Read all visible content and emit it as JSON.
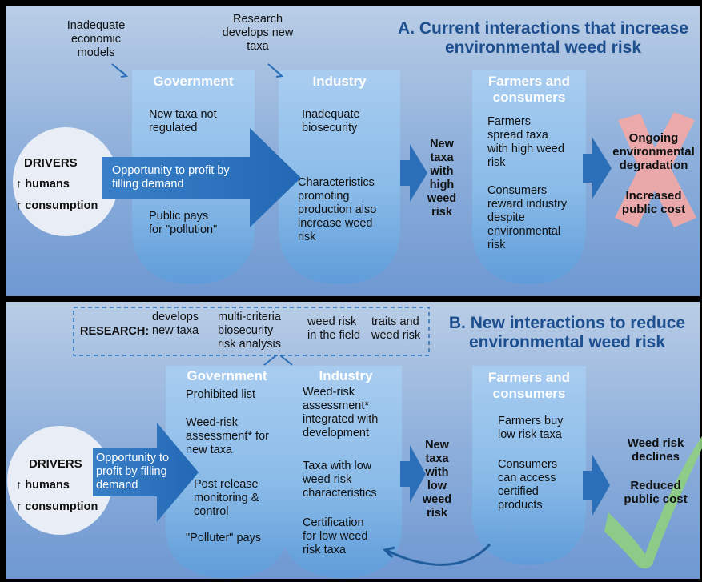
{
  "panel_a": {
    "title": "A. Current interactions that increase\nenvironmental weed risk",
    "note_left": "Inadequate\neconomic\nmodels",
    "note_right": "Research\ndevelops new\ntaxa",
    "drivers": {
      "label": "DRIVERS",
      "line1": "↑ humans",
      "line2": "↑ consumption"
    },
    "opportunity": "Opportunity to profit by\nfilling demand",
    "government": {
      "header": "Government",
      "item1": "New taxa not\nregulated",
      "item2": "Public pays\nfor \"pollution\""
    },
    "industry": {
      "header": "Industry",
      "item1": "Inadequate\nbiosecurity",
      "item2": "Characteristics\npromoting\nproduction also\nincrease weed\nrisk"
    },
    "new_taxa": "New\ntaxa\nwith\nhigh\nweed\nrisk",
    "farmers": {
      "header": "Farmers and\nconsumers",
      "item1": "Farmers\nspread taxa\nwith high weed\nrisk",
      "item2": "Consumers\nreward industry\ndespite\nenvironmental\nrisk"
    },
    "outcome1": "Ongoing\nenvironmental\ndegradation",
    "outcome2": "Increased\npublic cost",
    "colors": {
      "outcome_mark": "#f4a7a4"
    }
  },
  "panel_b": {
    "title": "B. New interactions to reduce\nenvironmental weed risk",
    "research": {
      "label": "RESEARCH:",
      "item1": "develops\nnew taxa",
      "item2": "multi-criteria\nbiosecurity\nrisk analysis",
      "item3": "weed risk\nin the field",
      "item4": "traits and\nweed risk"
    },
    "drivers": {
      "label": "DRIVERS",
      "line1": "↑ humans",
      "line2": "↑ consumption"
    },
    "opportunity": "Opportunity to\nprofit by filling\ndemand",
    "government": {
      "header": "Government",
      "item1": "Prohibited list",
      "item2": "Weed-risk\nassessment* for\nnew taxa",
      "item3": "Post release\nmonitoring &\ncontrol",
      "item4": "\"Polluter\" pays"
    },
    "industry": {
      "header": "Industry",
      "item1": "Weed-risk\nassessment*\nintegrated with\ndevelopment",
      "item2": "Taxa with low\nweed risk\ncharacteristics",
      "item3": "Certification\nfor low weed\nrisk taxa"
    },
    "new_taxa": "New\ntaxa\nwith\nlow\nweed\nrisk",
    "farmers": {
      "header": "Farmers and\nconsumers",
      "item1": "Farmers buy\nlow risk taxa",
      "item2": "Consumers\ncan access\ncertified\nproducts"
    },
    "outcome1": "Weed risk\ndeclines",
    "outcome2": "Reduced\npublic cost",
    "colors": {
      "outcome_mark": "#8fd07f"
    }
  }
}
